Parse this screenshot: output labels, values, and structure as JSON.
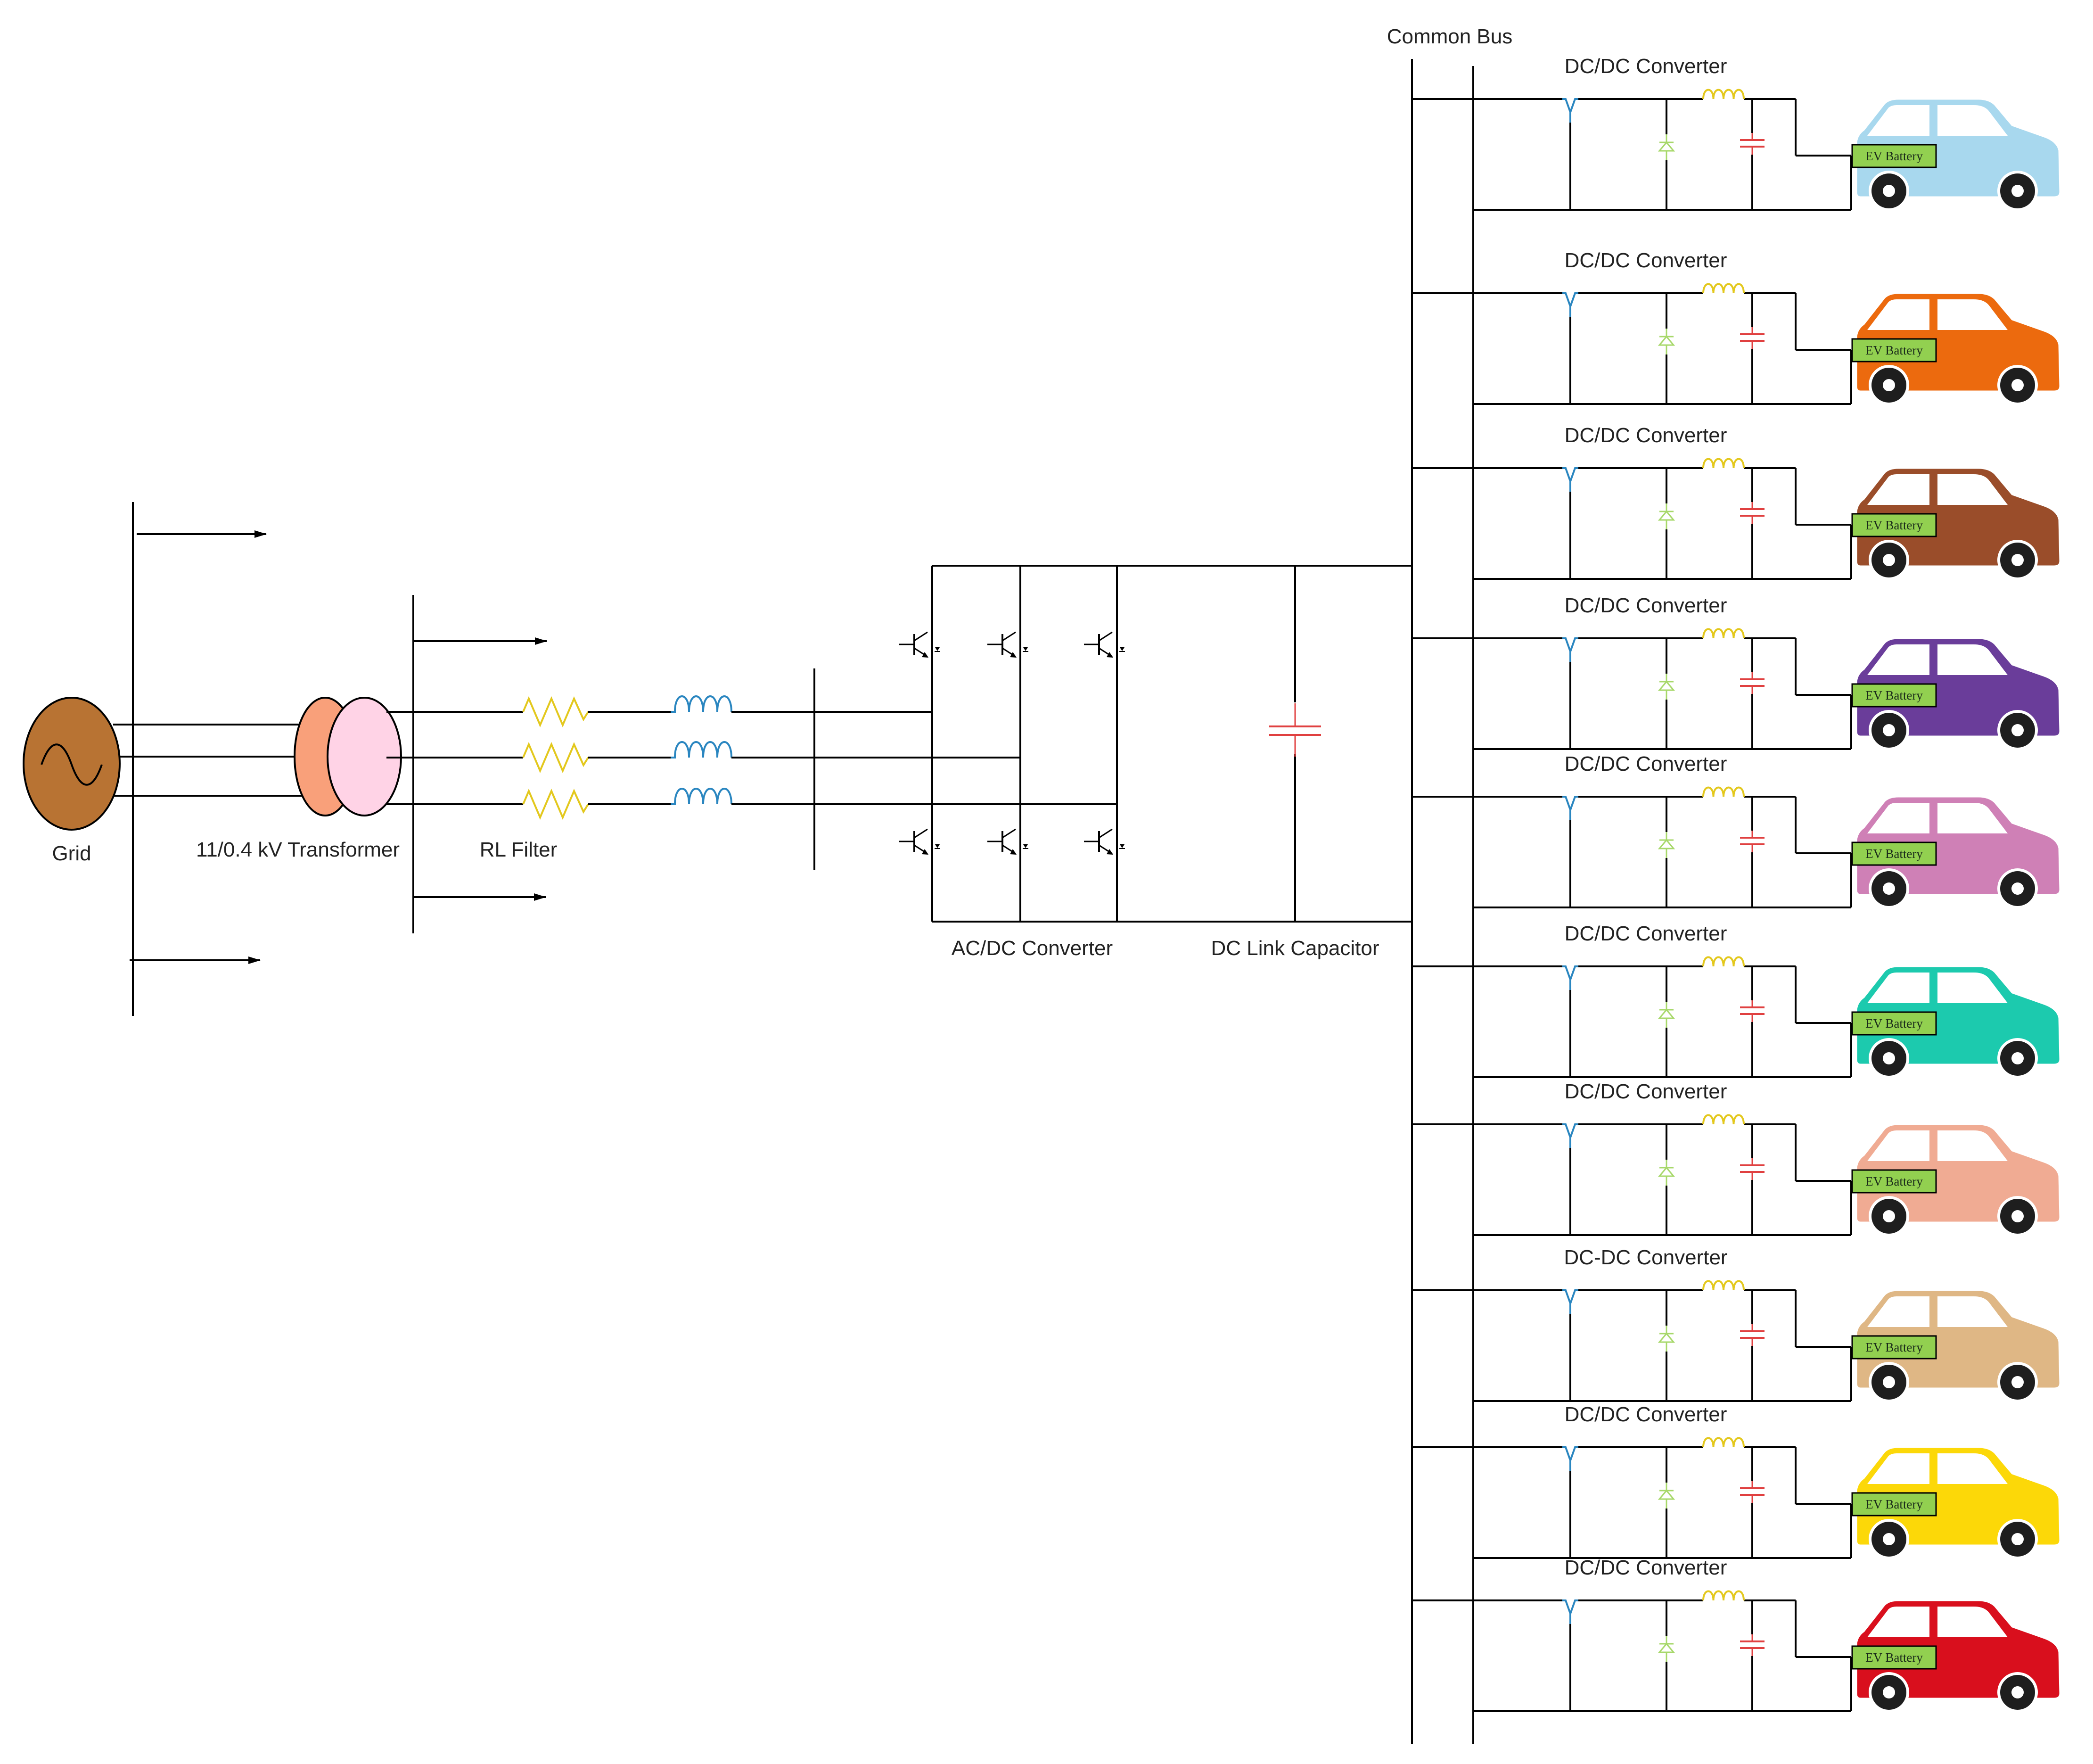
{
  "labels": {
    "grid": "Grid",
    "transformer": "11/0.4 kV Transformer",
    "rl_filter": "RL Filter",
    "acdc": "AC/DC Converter",
    "dc_link": "DC Link Capacitor",
    "common_bus": "Common Bus"
  },
  "colors": {
    "grid_fill": "#b87333",
    "transformer_primary": "#f9a07a",
    "transformer_secondary": "#ffd3e6",
    "resistor": "#e3c81d",
    "inductor": "#2a86c0",
    "capacitor": "#e04040",
    "diode": "#a7d86a",
    "switch": "#2a86c0",
    "battery_fill": "#92d050"
  },
  "branches": [
    {
      "converter_label": "DC/DC Converter",
      "battery_label": "EV Battery",
      "car_color": "#a8d8ee"
    },
    {
      "converter_label": "DC/DC Converter",
      "battery_label": "EV Battery",
      "car_color": "#ec6a0e"
    },
    {
      "converter_label": "DC/DC Converter",
      "battery_label": "EV Battery",
      "car_color": "#9a4d2a"
    },
    {
      "converter_label": "DC/DC Converter",
      "battery_label": "EV Battery",
      "car_color": "#6a3d9a"
    },
    {
      "converter_label": "DC/DC Converter",
      "battery_label": "EV Battery",
      "car_color": "#cf80b6"
    },
    {
      "converter_label": "DC/DC Converter",
      "battery_label": "EV Battery",
      "car_color": "#1ccaae"
    },
    {
      "converter_label": "DC/DC Converter",
      "battery_label": "EV Battery",
      "car_color": "#f0ab93"
    },
    {
      "converter_label": "DC-DC Converter",
      "battery_label": "EV Battery",
      "car_color": "#dfb785"
    },
    {
      "converter_label": "DC/DC Converter",
      "battery_label": "EV Battery",
      "car_color": "#fcd808"
    },
    {
      "converter_label": "DC/DC Converter",
      "battery_label": "EV Battery",
      "car_color": "#d90f1d"
    }
  ]
}
